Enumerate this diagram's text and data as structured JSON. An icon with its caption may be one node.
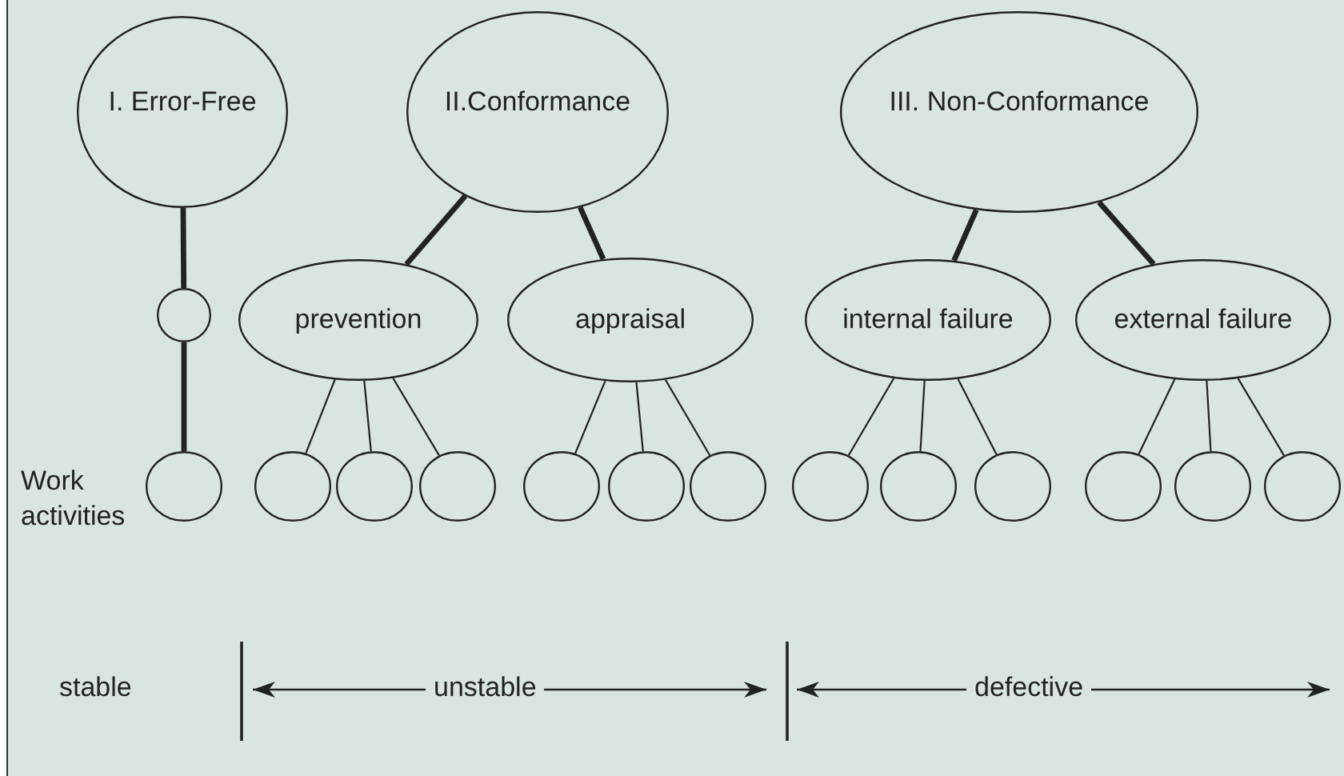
{
  "diagram": {
    "nodes": [
      {
        "text": [
          "I. Error-Free"
        ]
      },
      {
        "text": [
          "II.Conformance"
        ]
      },
      {
        "text": [
          "III. Non-Conformance"
        ]
      },
      {
        "text": [],
        "shape": "circle"
      },
      {
        "text": [
          "prevention"
        ]
      },
      {
        "text": [
          "appraisal"
        ]
      },
      {
        "text": [
          "internal failure"
        ]
      },
      {
        "text": [
          "external failure"
        ]
      },
      {
        "text": [],
        "shape": "circle"
      },
      {
        "text": [],
        "shape": "circle"
      },
      {
        "text": [],
        "shape": "circle"
      },
      {
        "text": [],
        "shape": "circle"
      },
      {
        "text": [],
        "shape": "circle"
      },
      {
        "text": [],
        "shape": "circle"
      },
      {
        "text": [],
        "shape": "circle"
      },
      {
        "text": [],
        "shape": "circle"
      },
      {
        "text": [],
        "shape": "circle"
      },
      {
        "text": [],
        "shape": "circle"
      },
      {
        "text": [],
        "shape": "circle"
      },
      {
        "text": [],
        "shape": "circle"
      },
      {
        "text": [],
        "shape": "circle"
      }
    ],
    "edges": [
      {
        "from": 0,
        "to": 3,
        "arrow": "none",
        "style": "thick"
      },
      {
        "from": 3,
        "to": 8,
        "arrow": "none",
        "style": "thick"
      },
      {
        "from": 1,
        "to": 4,
        "arrow": "none",
        "style": "thick"
      },
      {
        "from": 1,
        "to": 5,
        "arrow": "none",
        "style": "thick"
      },
      {
        "from": 2,
        "to": 6,
        "arrow": "none",
        "style": "thick"
      },
      {
        "from": 2,
        "to": 7,
        "arrow": "none",
        "style": "thick"
      },
      {
        "from": 4,
        "to": 9,
        "arrow": "none"
      },
      {
        "from": 4,
        "to": 10,
        "arrow": "none"
      },
      {
        "from": 4,
        "to": 11,
        "arrow": "none"
      },
      {
        "from": 5,
        "to": 12,
        "arrow": "none"
      },
      {
        "from": 5,
        "to": 13,
        "arrow": "none"
      },
      {
        "from": 5,
        "to": 14,
        "arrow": "none"
      },
      {
        "from": 6,
        "to": 15,
        "arrow": "none"
      },
      {
        "from": 6,
        "to": 16,
        "arrow": "none"
      },
      {
        "from": 6,
        "to": 17,
        "arrow": "none"
      },
      {
        "from": 7,
        "to": 18,
        "arrow": "none"
      },
      {
        "from": 7,
        "to": 19,
        "arrow": "none"
      },
      {
        "from": 7,
        "to": 20,
        "arrow": "none"
      }
    ],
    "labels": [
      "Work activities",
      "stable",
      "unstable",
      "defective"
    ]
  }
}
